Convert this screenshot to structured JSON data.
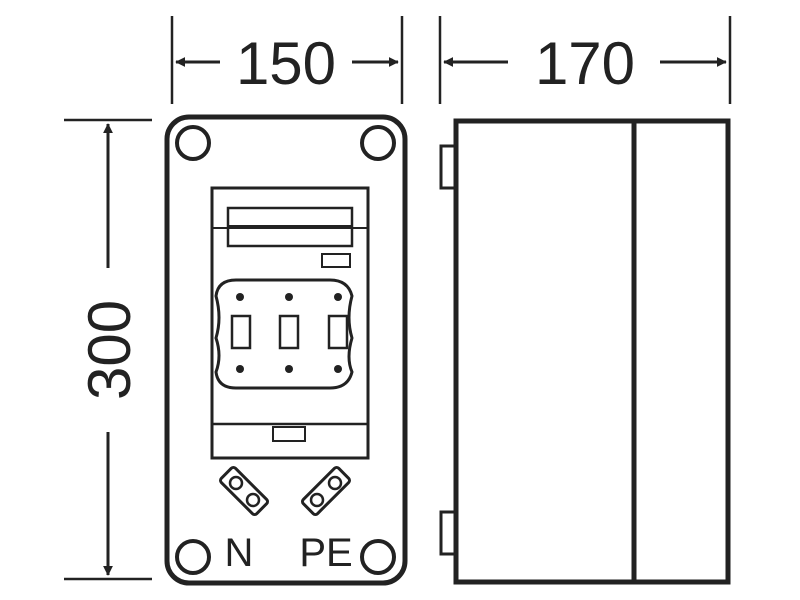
{
  "dimensions": {
    "width": "150",
    "depth": "170",
    "height": "300"
  },
  "terminals": {
    "neutral": "N",
    "earth": "PE"
  },
  "colors": {
    "stroke": "#222222",
    "background": "#ffffff"
  }
}
